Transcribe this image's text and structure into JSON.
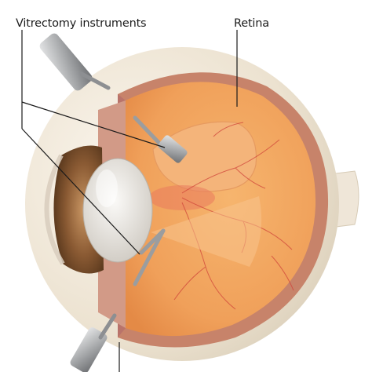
{
  "labels": {
    "instruments": "Vitrectomy instruments",
    "retina": "Retina"
  },
  "colors": {
    "sclera": "#efe6d6",
    "vitreous": "#f0a25c",
    "retina_stripe": "#c9836c",
    "iris": "#8a5a33",
    "lens": "#e7e3dc",
    "instrument_metal": "#a9abad",
    "leader_line": "#1a1a1a",
    "blood_vessel": "#d0453a"
  },
  "icons": {
    "eye": "eye-cross-section-illustration",
    "instrument": "vitrectomy-probe-icon"
  }
}
